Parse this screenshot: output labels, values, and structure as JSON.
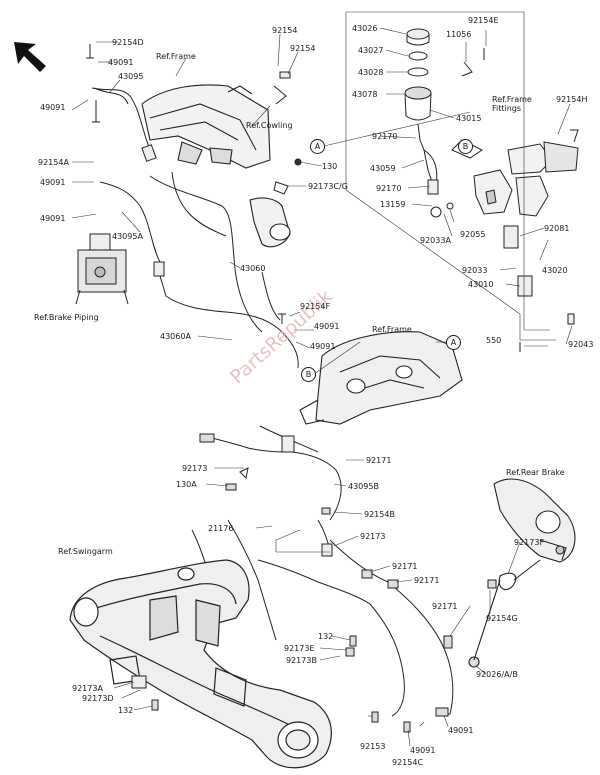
{
  "diagram": {
    "watermark": "PartsRepublik",
    "callouts": {
      "a": "A",
      "b": "B"
    },
    "refs": {
      "frame_top": "Ref.Frame",
      "cowling": "Ref.Cowling",
      "frame_fittings": "Ref.Frame Fittings",
      "brake_piping": "Ref.Brake Piping",
      "frame_mid": "Ref.Frame",
      "rear_brake": "Ref.Rear Brake",
      "swingarm": "Ref.Swingarm"
    },
    "parts": {
      "p92154D": "92154D",
      "p92154_a": "92154",
      "p92154_b": "92154",
      "p43095": "43095",
      "p49091_a": "49091",
      "p49091_b": "49091",
      "p92154A": "92154A",
      "p49091_c": "49091",
      "p49091_d": "49091",
      "p43095A": "43095A",
      "p43026": "43026",
      "p43027": "43027",
      "p43028": "43028",
      "p43078": "43078",
      "p92154E": "92154E",
      "p11056": "11056",
      "p43015": "43015",
      "p92154H": "92154H",
      "p130_a": "130",
      "p92173CG": "92173C/G",
      "p92170_a": "92170",
      "p43059": "43059",
      "p92170_b": "92170",
      "p13159": "13159",
      "p92055": "92055",
      "p92033A": "92033A",
      "p92081": "92081",
      "p92033": "92033",
      "p43020": "43020",
      "p43010": "43010",
      "p43060": "43060",
      "p92154F": "92154F",
      "p49091_e": "49091",
      "p49091_f": "49091",
      "p43060A": "43060A",
      "p550": "550",
      "p92043": "92043",
      "p92173_a": "92173",
      "p130A": "130A",
      "p92171_a": "92171",
      "p43095B": "43095B",
      "p92154B": "92154B",
      "p21176": "21176",
      "p92173_b": "92173",
      "p92171_b": "92171",
      "p92171_c": "92171",
      "p92173F": "92173F",
      "p92154G": "92154G",
      "p92171_d": "92171",
      "p132_a": "132",
      "p92173E": "92173E",
      "p92173B": "92173B",
      "p92173A": "92173A",
      "p92173D": "92173D",
      "p132_b": "132",
      "p92026AB": "92026/A/B",
      "p92153": "92153",
      "p49091_g": "49091",
      "p92154C": "92154C",
      "p49091_h": "49091"
    }
  }
}
